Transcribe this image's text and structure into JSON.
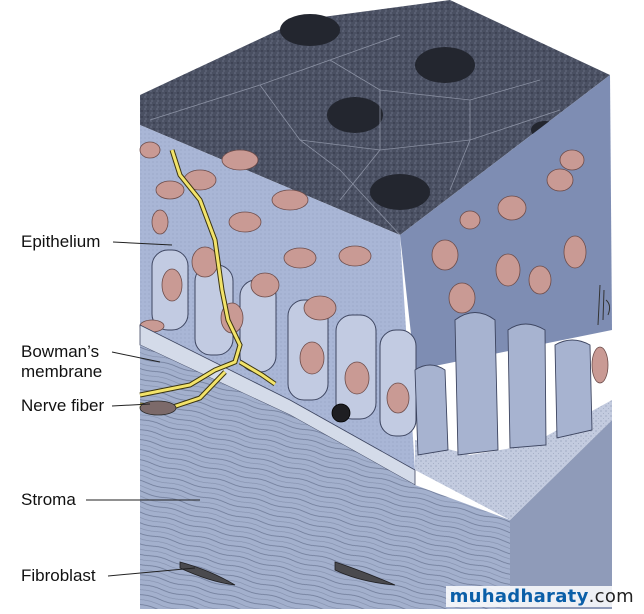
{
  "labels": {
    "epithelium": "Epithelium",
    "bowmans_line1": "Bowman’s",
    "bowmans_line2": "membrane",
    "nerve_fiber": "Nerve fiber",
    "stroma": "Stroma",
    "fibroblast": "Fibroblast"
  },
  "watermark": {
    "name": "muhadharaty",
    "suffix": ".com"
  },
  "colors": {
    "surface_dark": "#3d4252",
    "epithelium_blue": "#8e9cc0",
    "cell_light": "#b9c4df",
    "nucleus_pink": "#c99a94",
    "nerve_yellow": "#f2e36a",
    "stroma_blue": "#9aa8c8",
    "leader_line": "#222222"
  }
}
